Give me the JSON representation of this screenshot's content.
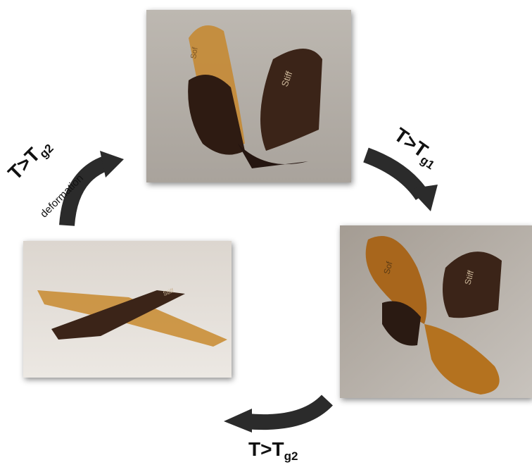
{
  "photos": {
    "top": {
      "imprint_stiff": "Stiff",
      "imprint_soft": "Sof"
    },
    "right": {
      "imprint_stiff": "Stiff",
      "imprint_soft": "Sof"
    },
    "left": {
      "imprint_stiff": "Stiff"
    }
  },
  "labels": {
    "right_main": "T>T",
    "right_sub": "g1",
    "bottom_main": "T>T",
    "bottom_sub": "g2",
    "left_main": "T>T",
    "left_sub": "g2",
    "left_note": "deformation"
  },
  "colors": {
    "arrow": "#2b2b2b",
    "soft_material": "#b8761f",
    "stiff_material": "#3b2418"
  }
}
